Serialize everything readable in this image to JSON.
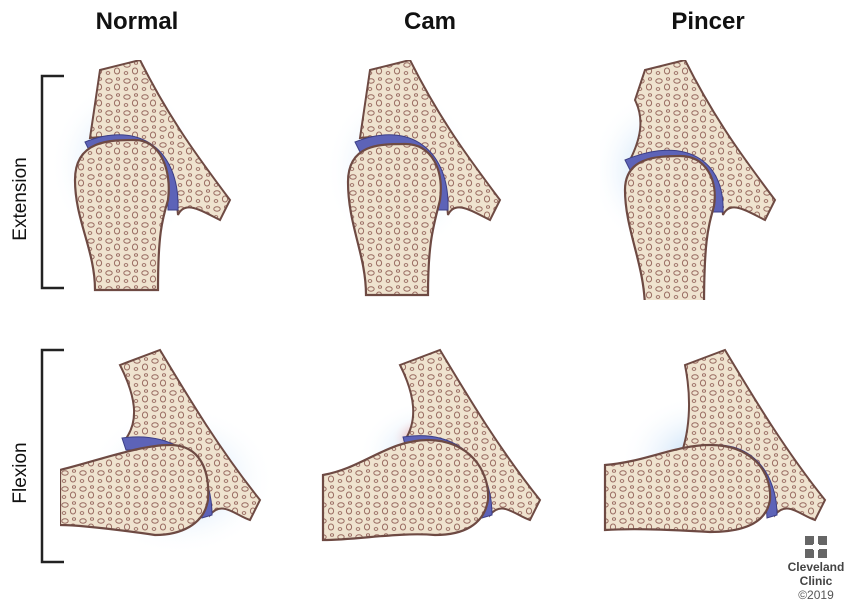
{
  "columns": [
    "Normal",
    "Cam",
    "Pincer"
  ],
  "rows": [
    "Extension",
    "Flexion"
  ],
  "logo": {
    "line1": "Cleveland",
    "line2": "Clinic",
    "copyright": "©2019",
    "icon": "cleveland-clinic-cross-icon"
  },
  "colors": {
    "bone_fill": "#efe3cf",
    "bone_outline": "#6e4a43",
    "cartilage": "#5d63b8",
    "joint_glow": "#b9d8f5",
    "impingement": "#e8403a"
  }
}
